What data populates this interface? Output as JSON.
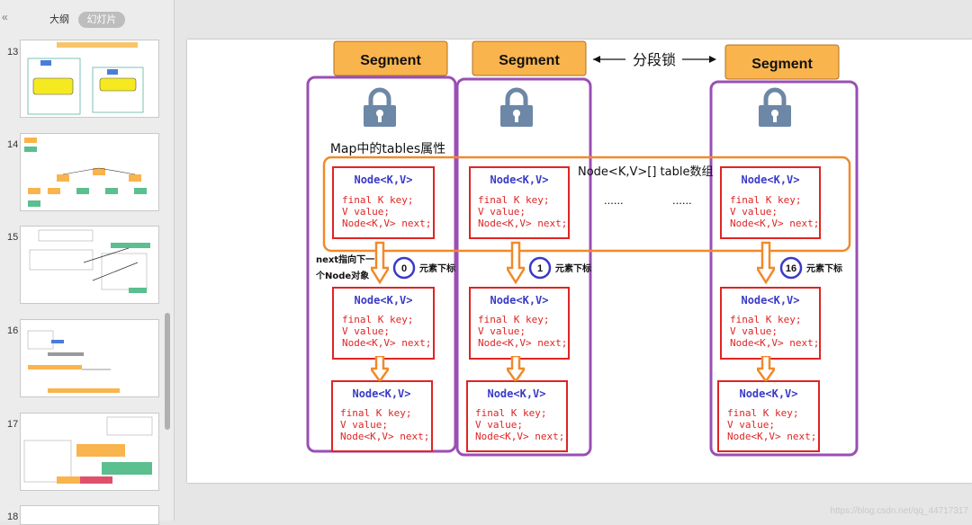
{
  "sidebar": {
    "collapse_icon": "«",
    "tabs": [
      "大纲",
      "幻灯片"
    ],
    "slides": [
      13,
      14,
      15,
      16,
      17,
      18
    ]
  },
  "slide": {
    "segment_label": "Segment",
    "lock_label": "分段锁",
    "map_label": "Map中的tables属性",
    "table_label": "Node<K,V>[] table数组",
    "ellipsis_1": "......",
    "ellipsis_2": "......",
    "next_label_1": "next指向下一",
    "next_label_2": "个Node对象",
    "index_label": "元素下标",
    "indices": [
      "0",
      "1",
      "16"
    ],
    "node_title": "Node<K,V>",
    "node_lines": [
      "final K key;",
      "V value;",
      "Node<K,V> next;"
    ]
  },
  "colors": {
    "segment_fill": "#f9b44e",
    "segment_stroke": "#b07020",
    "purple": "#9a4fb5",
    "orange": "#f08a2a",
    "red": "#e02424",
    "node_title": "#3a3ac8",
    "node_text": "#e02424",
    "lock": "#6d87a6",
    "index_circle": "#3a3ac8"
  },
  "watermark": "https://blog.csdn.net/qq_44717317"
}
